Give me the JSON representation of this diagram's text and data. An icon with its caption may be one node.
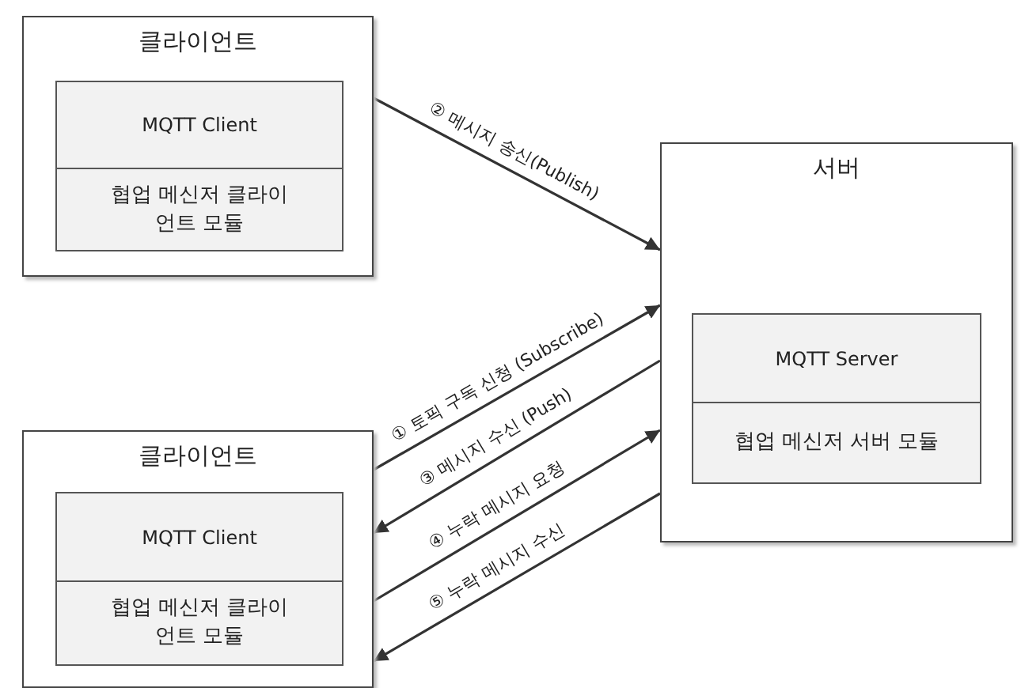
{
  "diagram": {
    "nodes": [
      {
        "text": [
          "클라이언트"
        ]
      },
      {
        "text": [
          "MQTT Client"
        ],
        "in": 0
      },
      {
        "text": [
          "협업 메신저 클라이언트 모듈"
        ],
        "in": 0
      },
      {
        "text": [
          "서버"
        ]
      },
      {
        "text": [
          "MQTT Server"
        ],
        "in": 3
      },
      {
        "text": [
          "협업 메신저 서버 모듈"
        ],
        "in": 3
      },
      {
        "text": [
          "클라이언트"
        ]
      },
      {
        "text": [
          "MQTT Client"
        ],
        "in": 6
      },
      {
        "text": [
          "협업 메신저 클라이언트 모듈"
        ],
        "in": 6
      }
    ],
    "edges": [
      {
        "from": 0,
        "to": 3,
        "arrow": "to",
        "label": "② 메시지 송신(Publish)"
      },
      {
        "from": 6,
        "to": 3,
        "arrow": "to",
        "label": "① 토픽 구독 신청 (Subscribe)"
      },
      {
        "from": 3,
        "to": 6,
        "arrow": "to",
        "label": "③ 메시지 수신 (Push)"
      },
      {
        "from": 6,
        "to": 3,
        "arrow": "to",
        "label": "④ 누락 메시지 요청"
      },
      {
        "from": 3,
        "to": 6,
        "arrow": "to",
        "label": "⑤ 누락 메시지 수신"
      }
    ]
  }
}
